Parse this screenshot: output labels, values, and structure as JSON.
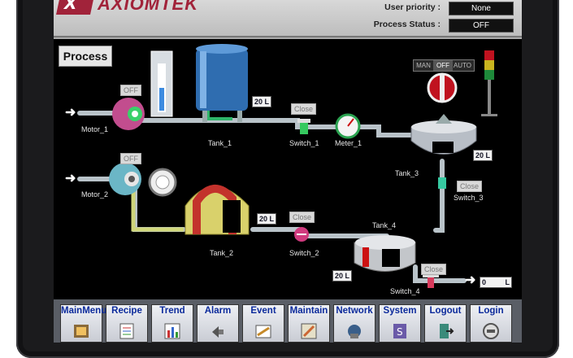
{
  "brand": {
    "name": "AXIOMTEK",
    "mark": "X"
  },
  "header": {
    "user_priority_label": "User priority :",
    "user_priority_value": "None",
    "process_status_label": "Process Status :",
    "process_status_value": "OFF"
  },
  "panel": {
    "title": "Process"
  },
  "mode_switch": {
    "options": [
      "MAN",
      "OFF",
      "AUTO"
    ],
    "selected": "OFF"
  },
  "motors": [
    {
      "name": "Motor_1",
      "state": "OFF"
    },
    {
      "name": "Motor_2",
      "state": "OFF"
    }
  ],
  "tanks": [
    {
      "name": "Tank_1",
      "level": "20 L"
    },
    {
      "name": "Tank_2",
      "level": "20 L"
    },
    {
      "name": "Tank_3",
      "level": "20 L"
    },
    {
      "name": "Tank_4",
      "level": "20 L"
    }
  ],
  "switches": [
    {
      "name": "Switch_1",
      "state": "Close"
    },
    {
      "name": "Switch_2",
      "state": "Close"
    },
    {
      "name": "Switch_3",
      "state": "Close"
    },
    {
      "name": "Switch_4",
      "state": "Close"
    }
  ],
  "meter": {
    "name": "Meter_1"
  },
  "output": {
    "value": "0",
    "unit": "L"
  },
  "nav": [
    {
      "label": "MainMenu",
      "icon": "main-menu-icon"
    },
    {
      "label": "Recipe",
      "icon": "recipe-icon"
    },
    {
      "label": "Trend",
      "icon": "trend-icon"
    },
    {
      "label": "Alarm",
      "icon": "alarm-icon"
    },
    {
      "label": "Event",
      "icon": "event-icon"
    },
    {
      "label": "Maintain",
      "icon": "maintain-icon"
    },
    {
      "label": "Network",
      "icon": "network-icon"
    },
    {
      "label": "System",
      "icon": "system-icon"
    },
    {
      "label": "Logout",
      "icon": "logout-icon"
    },
    {
      "label": "Login",
      "icon": "login-icon"
    }
  ],
  "colors": {
    "accent": "#a1233a",
    "nav_text": "#0b2a9b",
    "pipe": "#b9c3c9",
    "panel_bg": "#000000"
  }
}
